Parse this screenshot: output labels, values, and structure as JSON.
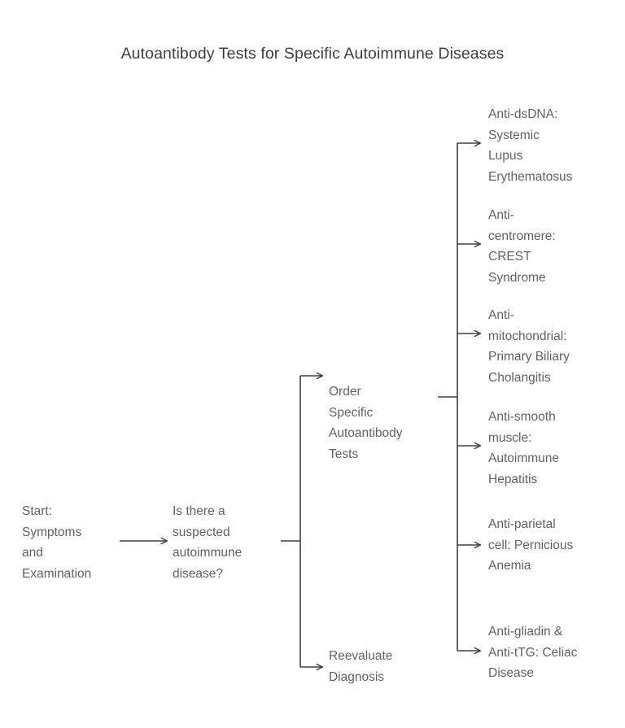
{
  "title": "Autoantibody Tests for Specific Autoimmune Diseases",
  "colors": {
    "title_text": "#3c4043",
    "node_text": "#5f6368",
    "connector": "#3c4043",
    "background": "#ffffff"
  },
  "nodes": {
    "start": "Start:\nSymptoms\nand\nExamination",
    "decision": "Is there a\nsuspected\nautoimmune\ndisease?",
    "order_tests": "Order\nSpecific\nAutoantibody\nTests",
    "reevaluate": "Reevaluate\nDiagnosis"
  },
  "leaves": [
    {
      "label": "Anti-dsDNA:\nSystemic\nLupus\nErythematosus"
    },
    {
      "label": "Anti-\ncentromere:\nCREST\nSyndrome"
    },
    {
      "label": "Anti-\nmitochondrial:\nPrimary Biliary\nCholangitis"
    },
    {
      "label": "Anti-smooth\nmuscle:\nAutoimmune\nHepatitis"
    },
    {
      "label": "Anti-parietal\ncell: Pernicious\nAnemia"
    },
    {
      "label": "Anti-gliadin &\nAnti-tTG: Celiac\nDisease"
    }
  ]
}
